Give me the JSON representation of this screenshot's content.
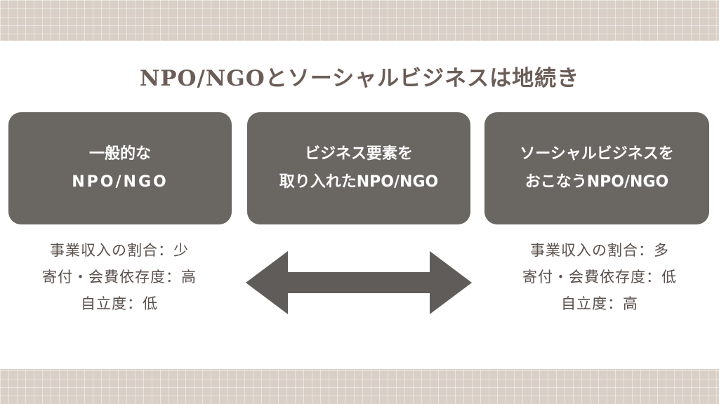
{
  "title": "NPO/NGOとソーシャルビジネスは地続き",
  "boxes": [
    {
      "line1": "一般的な",
      "line2": "NPO/NGO"
    },
    {
      "line1": "ビジネス要素を",
      "line2": "取り入れたNPO/NGO"
    },
    {
      "line1": "ソーシャルビジネスを",
      "line2": "おこなうNPO/NGO"
    }
  ],
  "left_desc": [
    "事業収入の割合：少",
    "寄付・会費依存度：高",
    "自立度：低"
  ],
  "right_desc": [
    "事業収入の割合：多",
    "寄付・会費依存度：低",
    "自立度：高"
  ],
  "colors": {
    "box": "#6a6763",
    "title": "#6b5d57",
    "text": "#5a504c",
    "arrow": "#5f5c59"
  },
  "icons": {
    "arrow": "double-headed-arrow-icon"
  }
}
